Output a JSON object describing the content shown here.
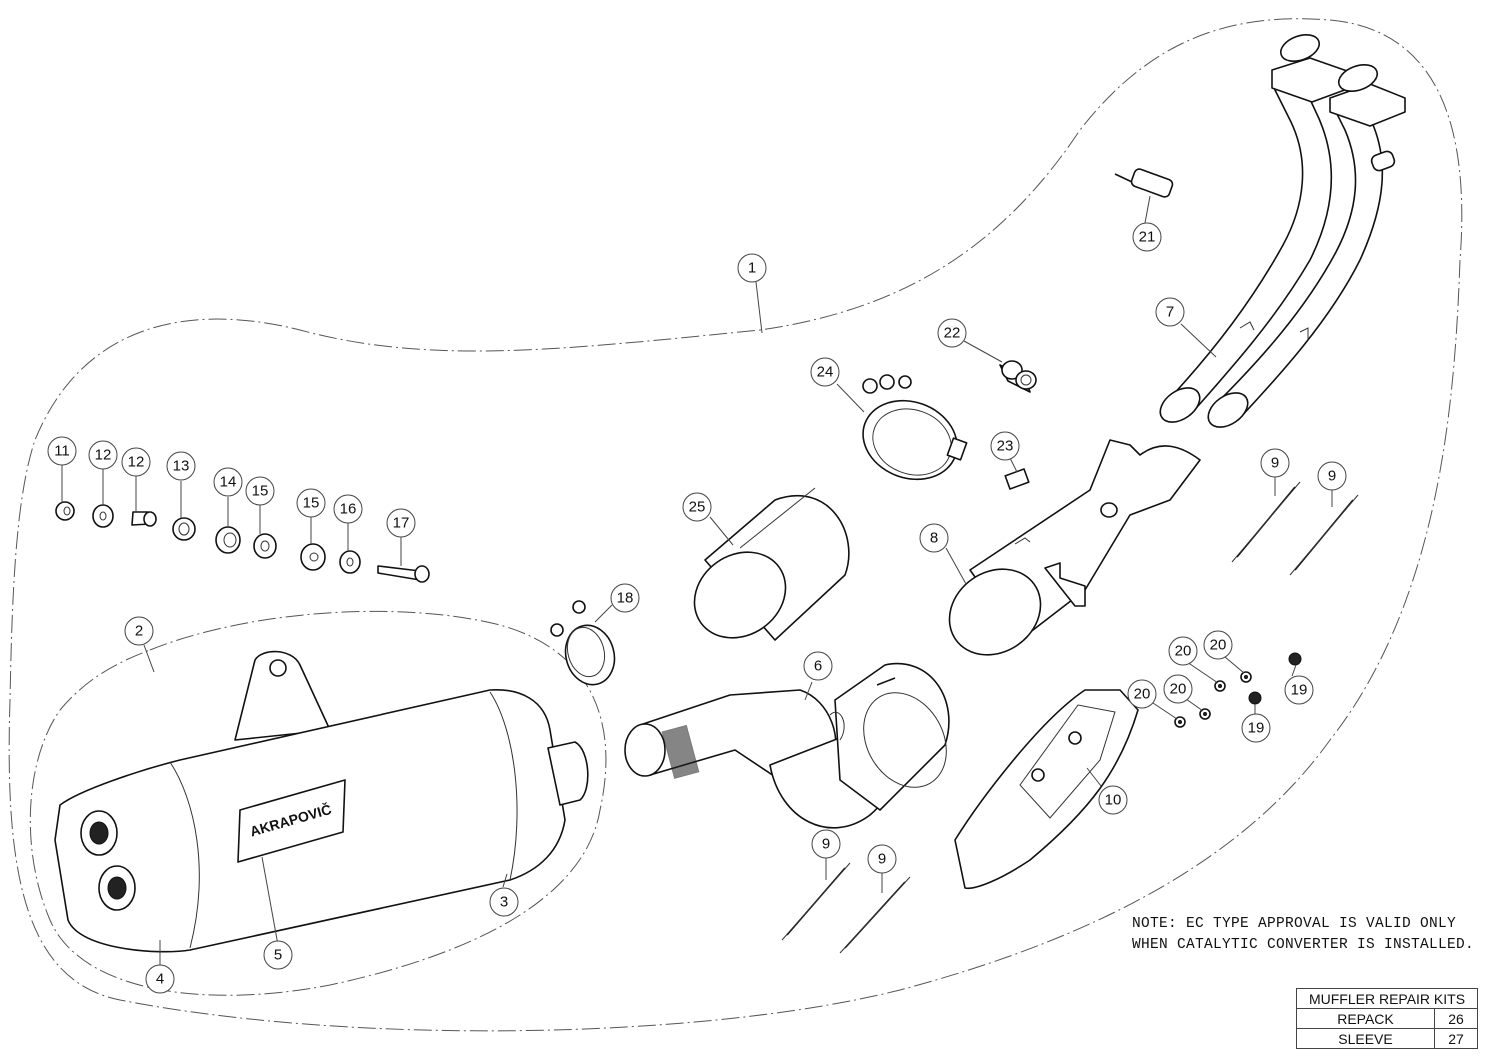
{
  "diagram": {
    "title": "Exhaust system exploded view",
    "brand_logo_text": "AKRAPOVIČ",
    "callouts": [
      {
        "id": "c1",
        "label": "1",
        "part": "complete-system-outline"
      },
      {
        "id": "c2",
        "label": "2",
        "part": "muffler-assembly-outline"
      },
      {
        "id": "c3",
        "label": "3",
        "part": "muffler-inlet-cap"
      },
      {
        "id": "c4",
        "label": "4",
        "part": "muffler-end-cap"
      },
      {
        "id": "c5",
        "label": "5",
        "part": "logo-badge"
      },
      {
        "id": "c6",
        "label": "6",
        "part": "link-pipe"
      },
      {
        "id": "c7",
        "label": "7",
        "part": "header-pipes"
      },
      {
        "id": "c8",
        "label": "8",
        "part": "collector-pipe"
      },
      {
        "id": "c9a",
        "label": "9",
        "part": "spring"
      },
      {
        "id": "c9b",
        "label": "9",
        "part": "spring"
      },
      {
        "id": "c9c",
        "label": "9",
        "part": "spring"
      },
      {
        "id": "c9d",
        "label": "9",
        "part": "spring"
      },
      {
        "id": "c10",
        "label": "10",
        "part": "heat-shield"
      },
      {
        "id": "c11",
        "label": "11",
        "part": "nut"
      },
      {
        "id": "c12a",
        "label": "12",
        "part": "washer"
      },
      {
        "id": "c12b",
        "label": "12",
        "part": "washer"
      },
      {
        "id": "c13",
        "label": "13",
        "part": "spacer-bushing"
      },
      {
        "id": "c14",
        "label": "14",
        "part": "rubber-washer"
      },
      {
        "id": "c15a",
        "label": "15",
        "part": "rubber-grommet"
      },
      {
        "id": "c15b",
        "label": "15",
        "part": "grommet-washer"
      },
      {
        "id": "c16",
        "label": "16",
        "part": "rubber-bushing"
      },
      {
        "id": "c17",
        "label": "17",
        "part": "bolt"
      },
      {
        "id": "c18",
        "label": "18",
        "part": "small-clamp"
      },
      {
        "id": "c19a",
        "label": "19",
        "part": "shield-screw"
      },
      {
        "id": "c19b",
        "label": "19",
        "part": "shield-screw"
      },
      {
        "id": "c20a",
        "label": "20",
        "part": "shield-washer"
      },
      {
        "id": "c20b",
        "label": "20",
        "part": "shield-washer"
      },
      {
        "id": "c20c",
        "label": "20",
        "part": "shield-washer"
      },
      {
        "id": "c20d",
        "label": "20",
        "part": "shield-washer"
      },
      {
        "id": "c21",
        "label": "21",
        "part": "sensor-plug"
      },
      {
        "id": "c22",
        "label": "22",
        "part": "spacer-sleeve"
      },
      {
        "id": "c23",
        "label": "23",
        "part": "clip-nut"
      },
      {
        "id": "c24",
        "label": "24",
        "part": "large-clamp"
      },
      {
        "id": "c25",
        "label": "25",
        "part": "catalytic-converter"
      }
    ]
  },
  "note": {
    "line1": "NOTE: EC TYPE APPROVAL IS VALID ONLY",
    "line2": "WHEN CATALYTIC CONVERTER IS INSTALLED."
  },
  "repair_kits": {
    "header": "MUFFLER REPAIR KITS",
    "rows": [
      {
        "name": "REPACK",
        "number": "26"
      },
      {
        "name": "SLEEVE",
        "number": "27"
      }
    ]
  }
}
